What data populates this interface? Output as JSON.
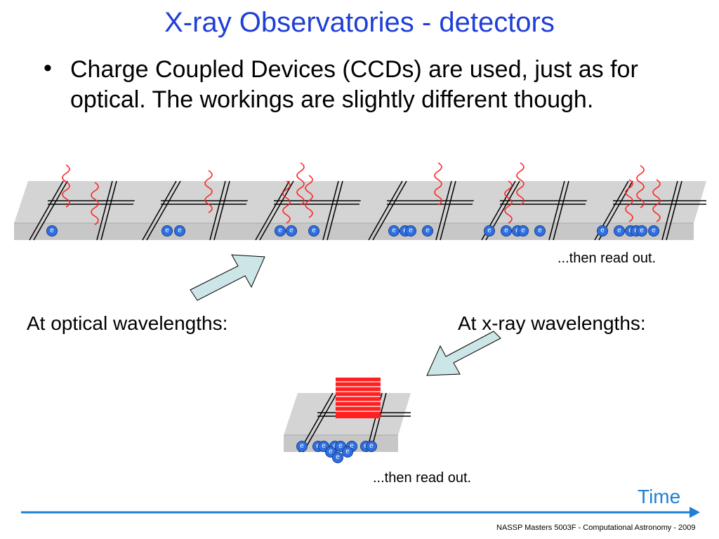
{
  "title": "X-ray Observatories - detectors",
  "bullet": "Charge Coupled Devices (CCDs) are used, just as for optical. The workings are slightly different though.",
  "labels": {
    "optical": "At optical wavelengths:",
    "xray": "At x-ray wavelengths:",
    "readout_top": "...then read out.",
    "readout_bottom": "...then read out.",
    "time": "Time"
  },
  "electron_label": "e",
  "footer": "NASSP Masters 5003F - Computational Astronomy - 2009",
  "colors": {
    "title": "#1f3fd6",
    "time": "#1f7fd6",
    "arrow_fill": "#cce6e8",
    "photon": "#ff0000",
    "electron": "#2f6fe0",
    "ccd_gray": "#cfcfcf"
  }
}
